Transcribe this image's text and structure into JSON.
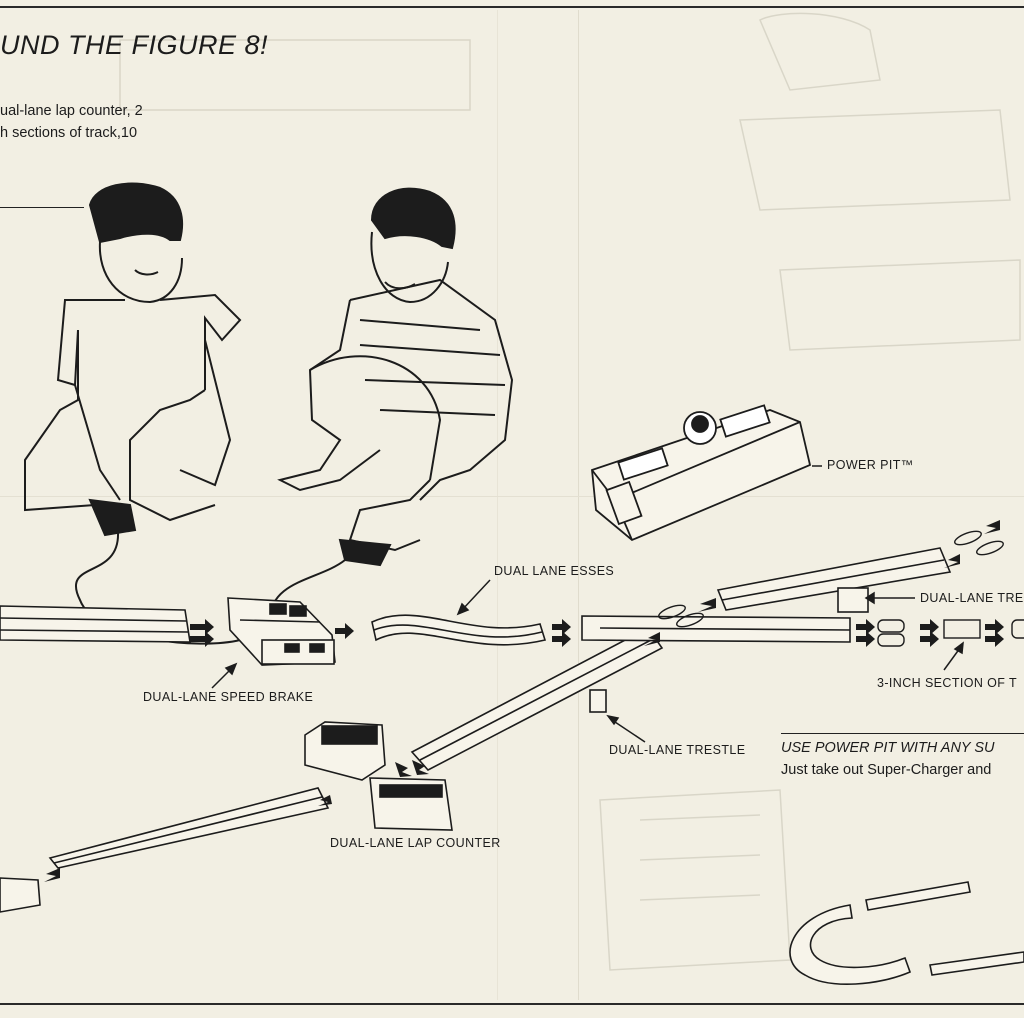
{
  "headline": "UND THE FIGURE 8!",
  "intro": {
    "line1": "ual-lane lap counter, 2",
    "line2": "h sections of track,10"
  },
  "labels": {
    "power_pit": "POWER PIT™",
    "dual_lane_esses": "DUAL LANE ESSES",
    "dual_lane_tre": "DUAL-LANE TRE",
    "speed_brake": "DUAL-LANE SPEED BRAKE",
    "three_inch": "3-INCH SECTION OF T",
    "dual_lane_trestle": "DUAL-LANE TRESTLE",
    "lap_counter": "DUAL-LANE LAP COUNTER"
  },
  "power_pit_note": {
    "heading": "USE POWER PIT WITH ANY SU",
    "text": "Just take out Super-Charger and"
  },
  "colors": {
    "paper": "#f2efe3",
    "ink": "#1c1c1c",
    "ghost": "#d9d6c8"
  }
}
